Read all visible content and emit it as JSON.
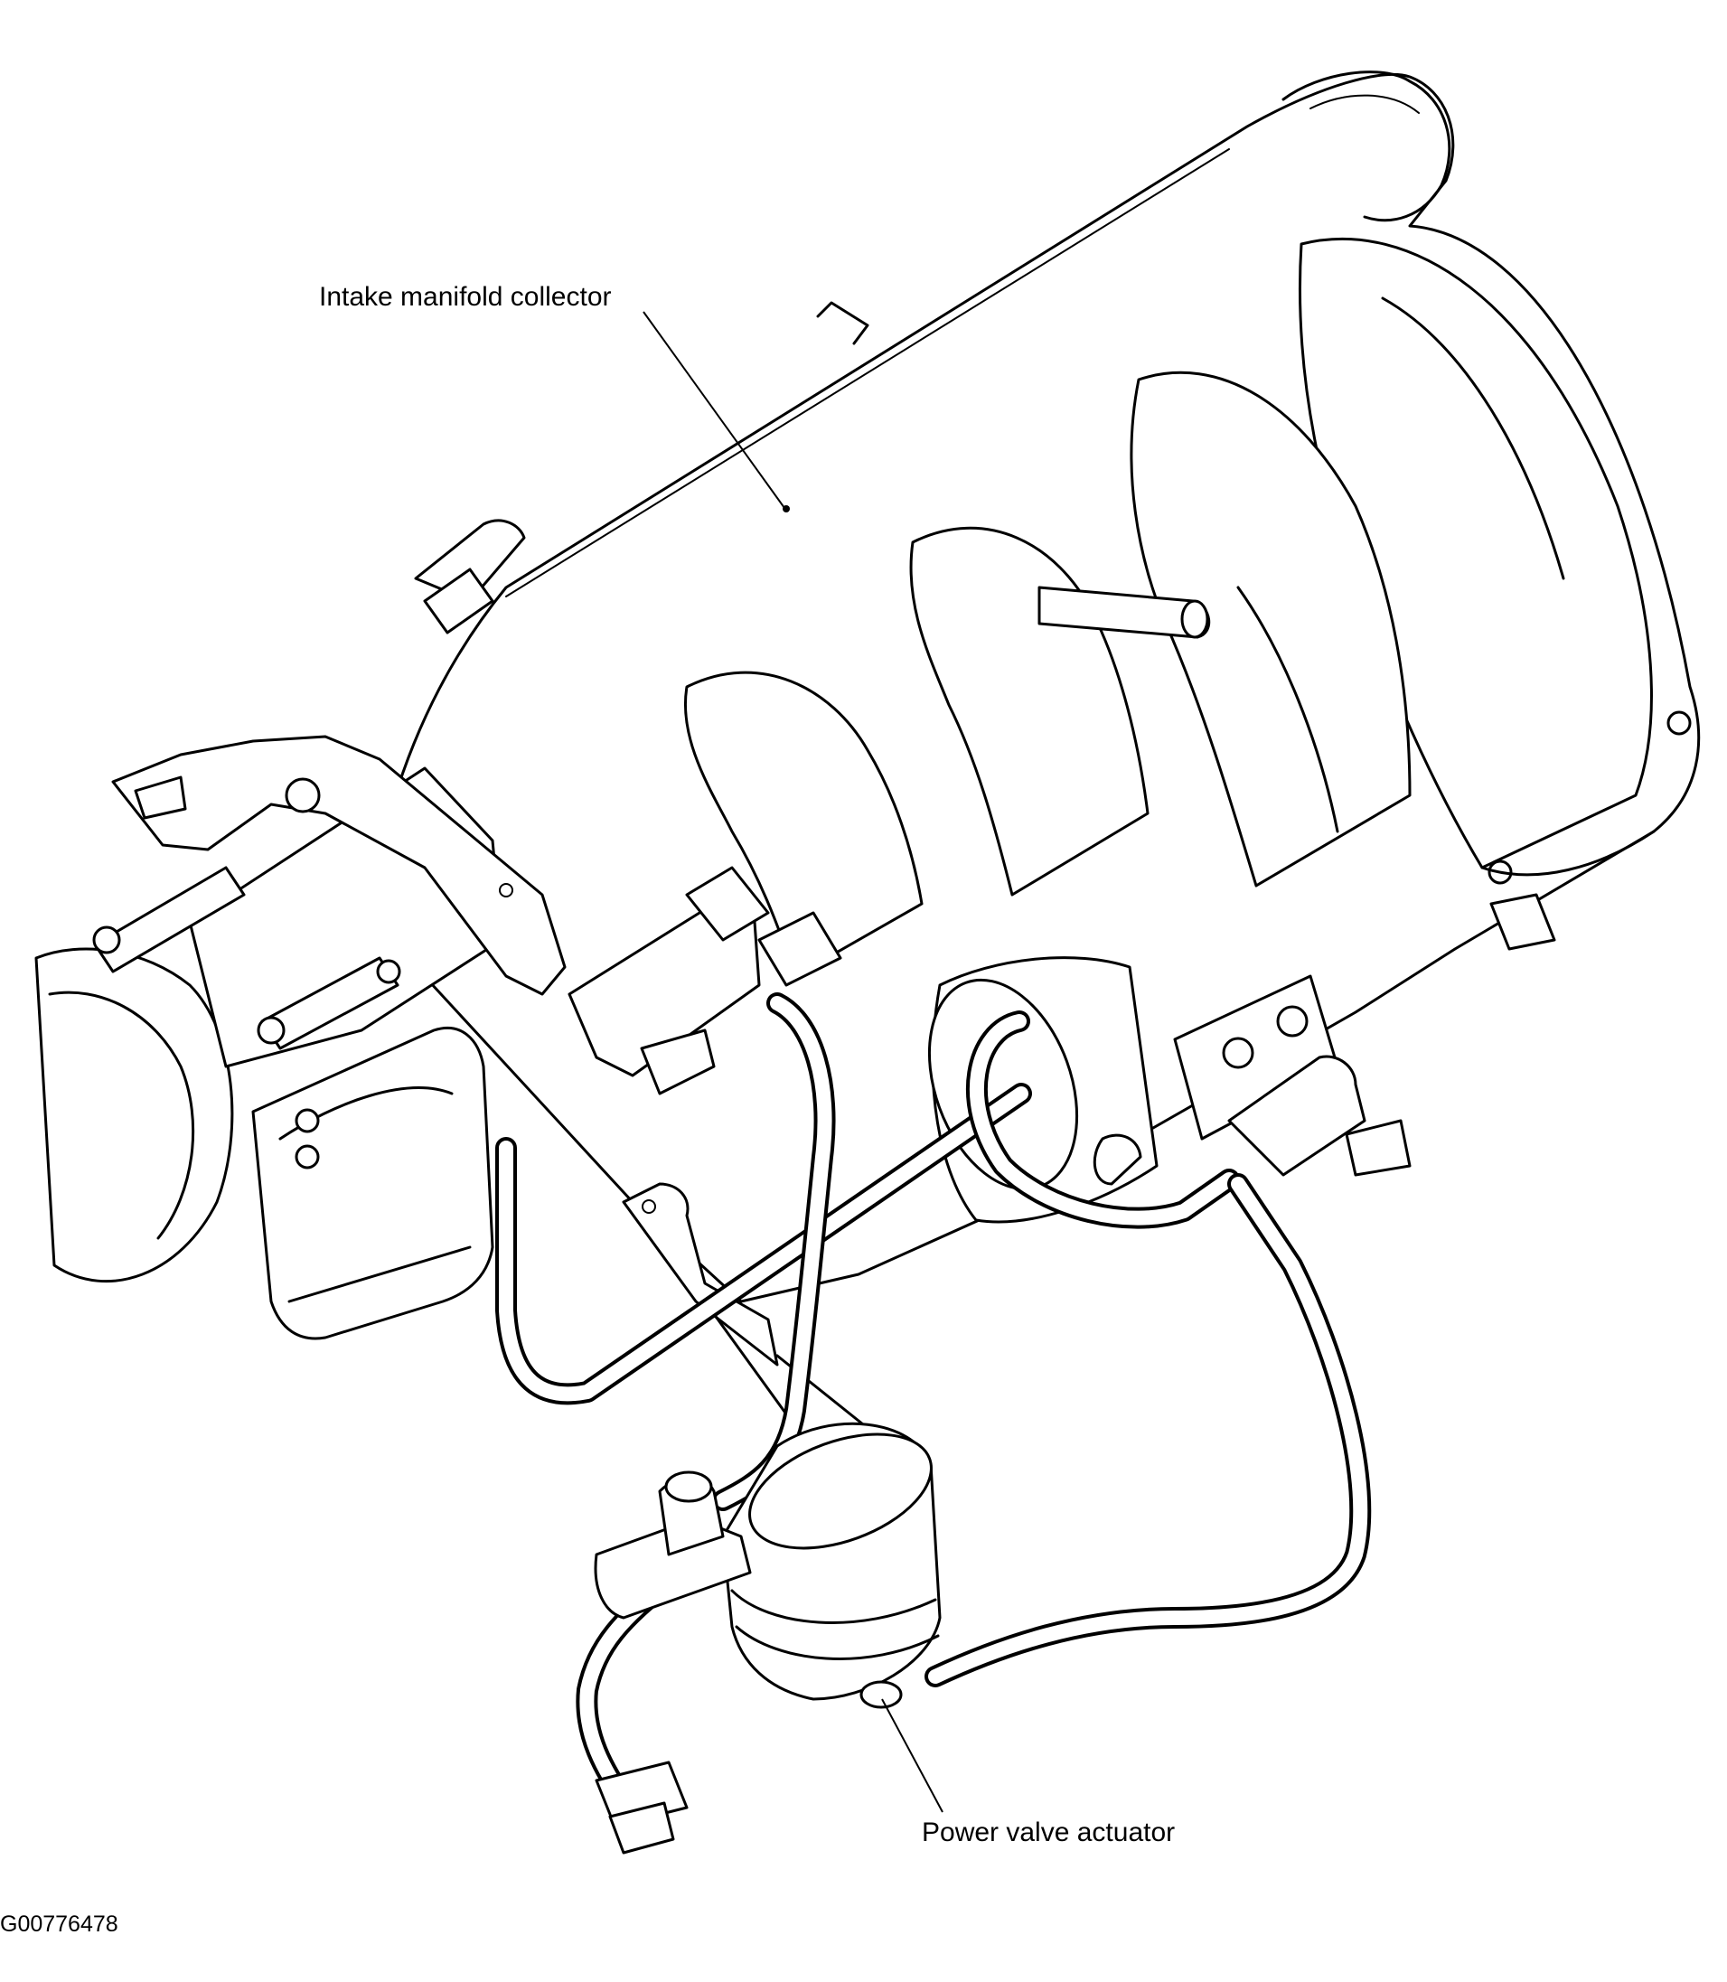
{
  "labels": {
    "intake_manifold_collector": "Intake manifold collector",
    "power_valve_actuator": "Power valve actuator"
  },
  "figure_id": "G00776478",
  "colors": {
    "ink": "#000000",
    "paper": "#ffffff"
  }
}
